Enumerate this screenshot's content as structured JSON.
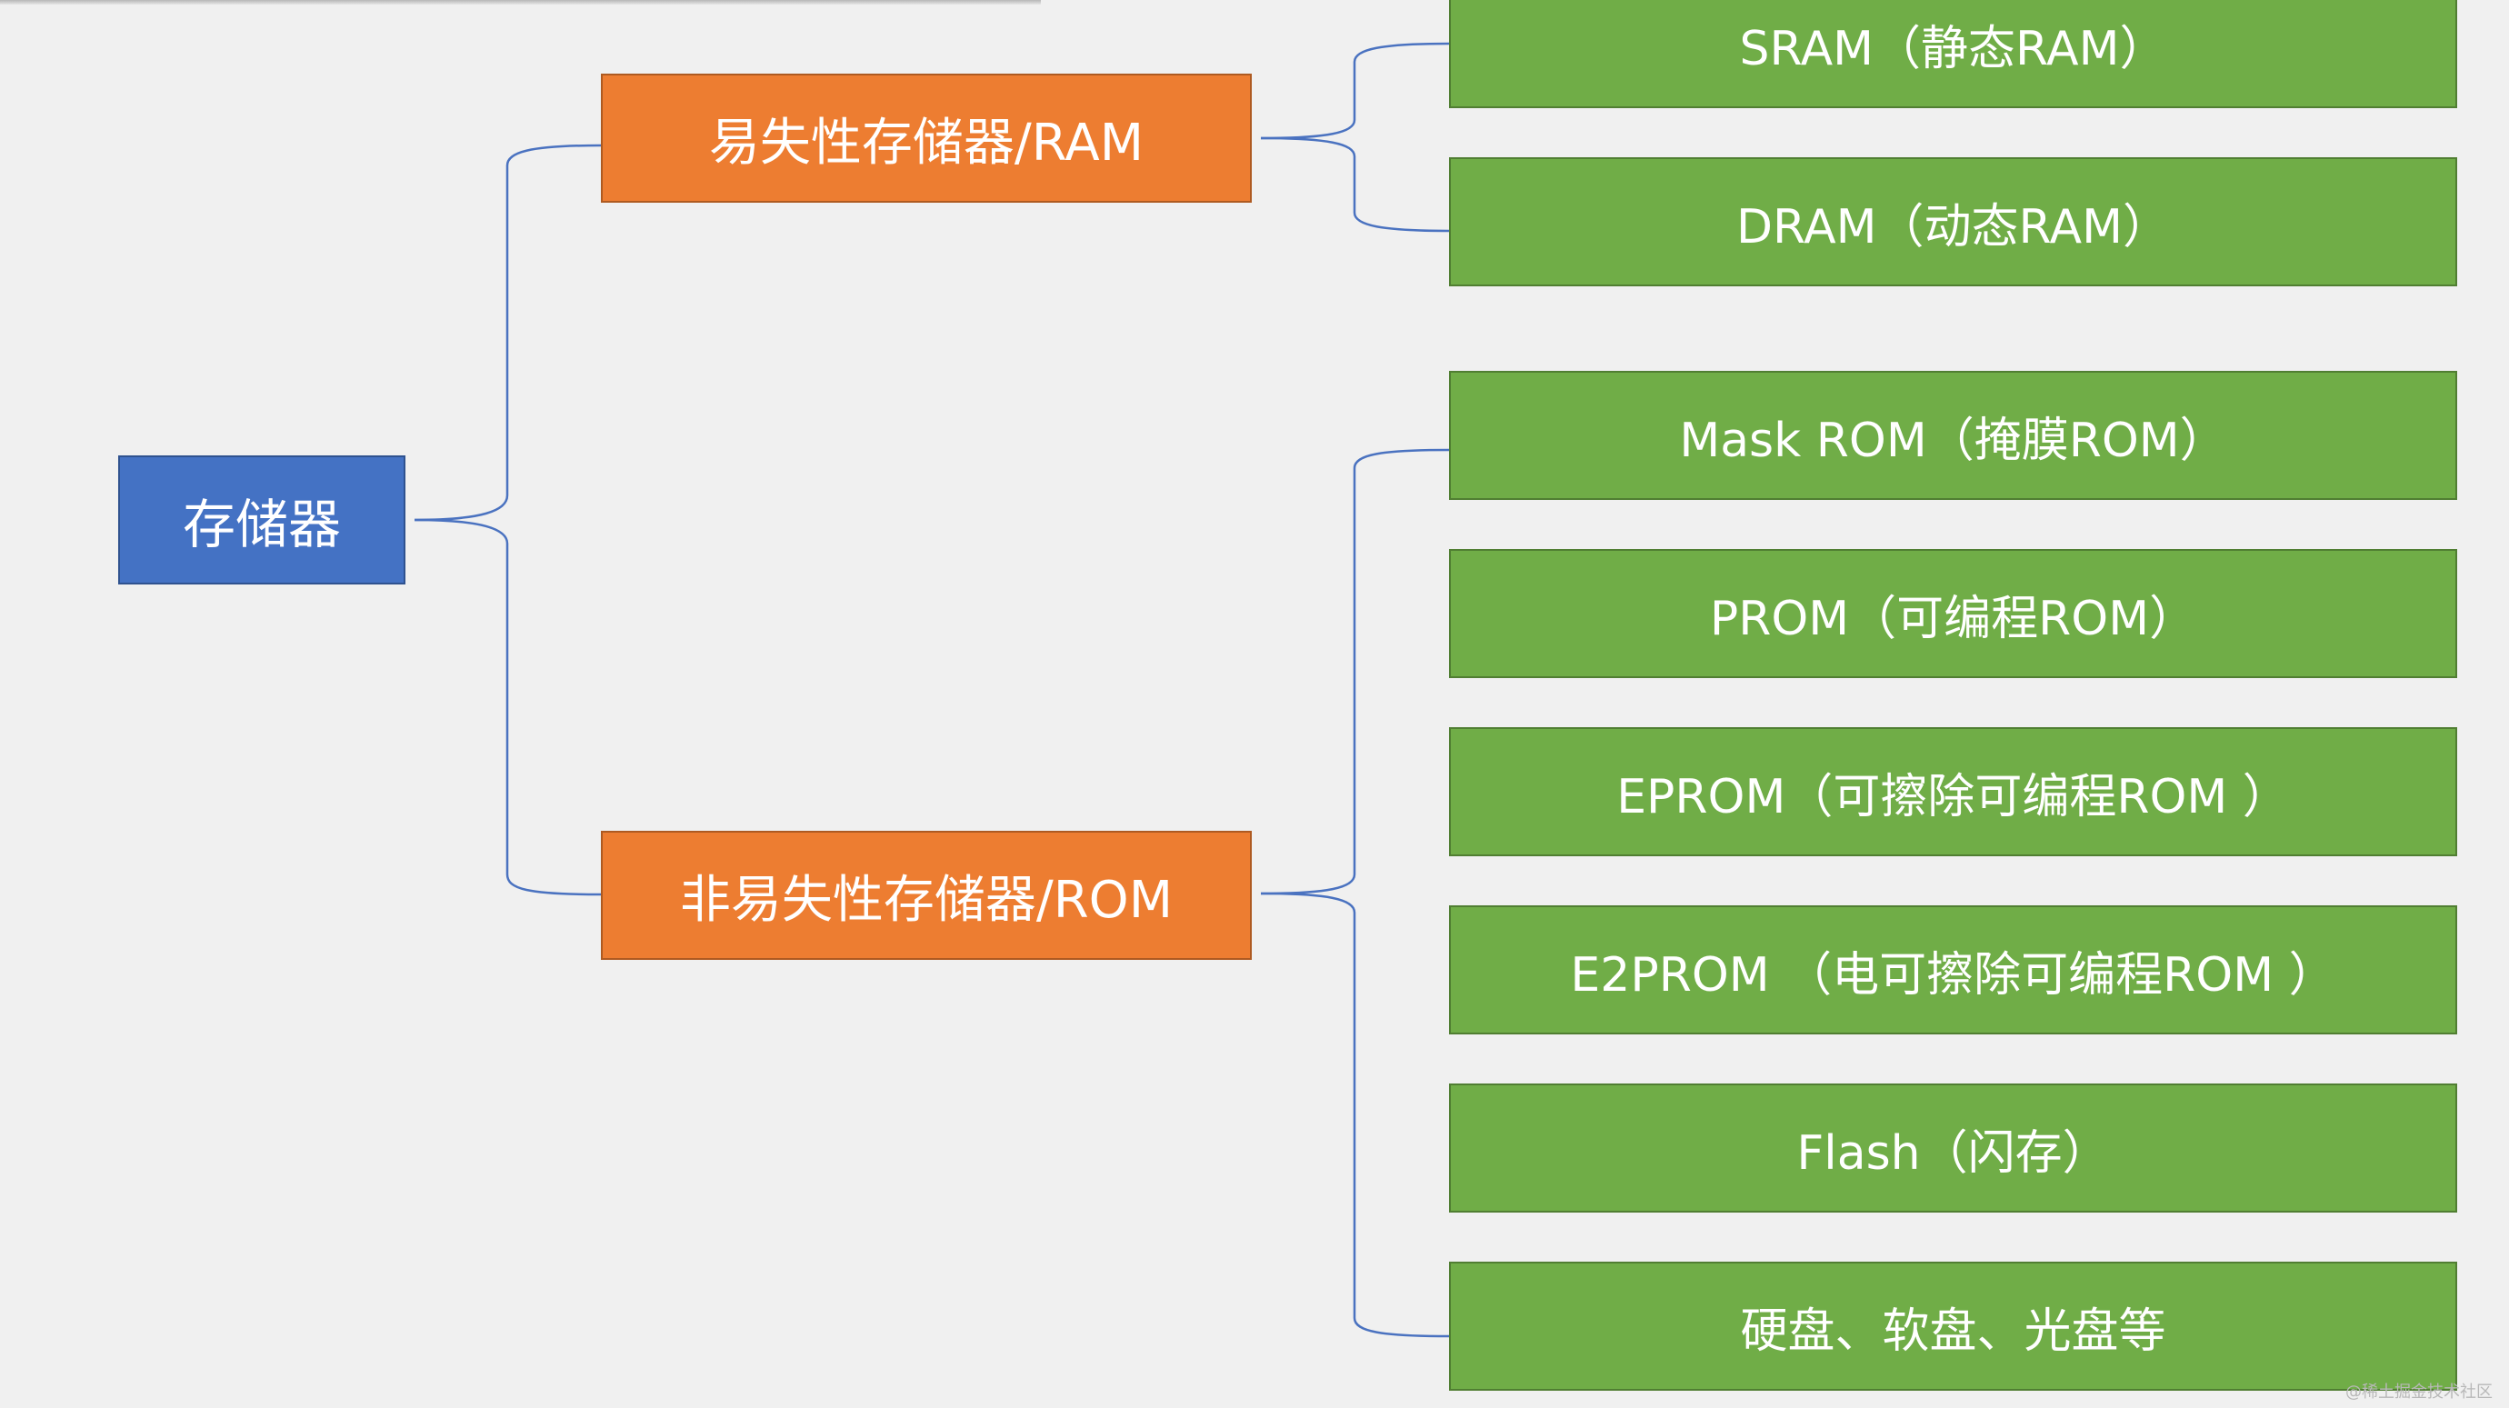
{
  "diagram": {
    "root": {
      "label": "存储器",
      "color": "#4472c4"
    },
    "branches": [
      {
        "label": "易失性存储器/RAM",
        "color": "#ed7d31",
        "children": [
          "SRAM（静态RAM）",
          "DRAM（动态RAM）"
        ]
      },
      {
        "label": "非易失性存储器/ROM",
        "color": "#ed7d31",
        "children": [
          "Mask ROM（掩膜ROM）",
          "PROM（可编程ROM）",
          "EPROM（可擦除可编程ROM ）",
          "E2PROM （电可擦除可编程ROM ）",
          "Flash（闪存）",
          "硬盘、软盘、光盘等"
        ]
      }
    ],
    "leaf_color": "#70ad47",
    "connector_color": "#4a72c0"
  },
  "watermark": "@稀土掘金技术社区"
}
